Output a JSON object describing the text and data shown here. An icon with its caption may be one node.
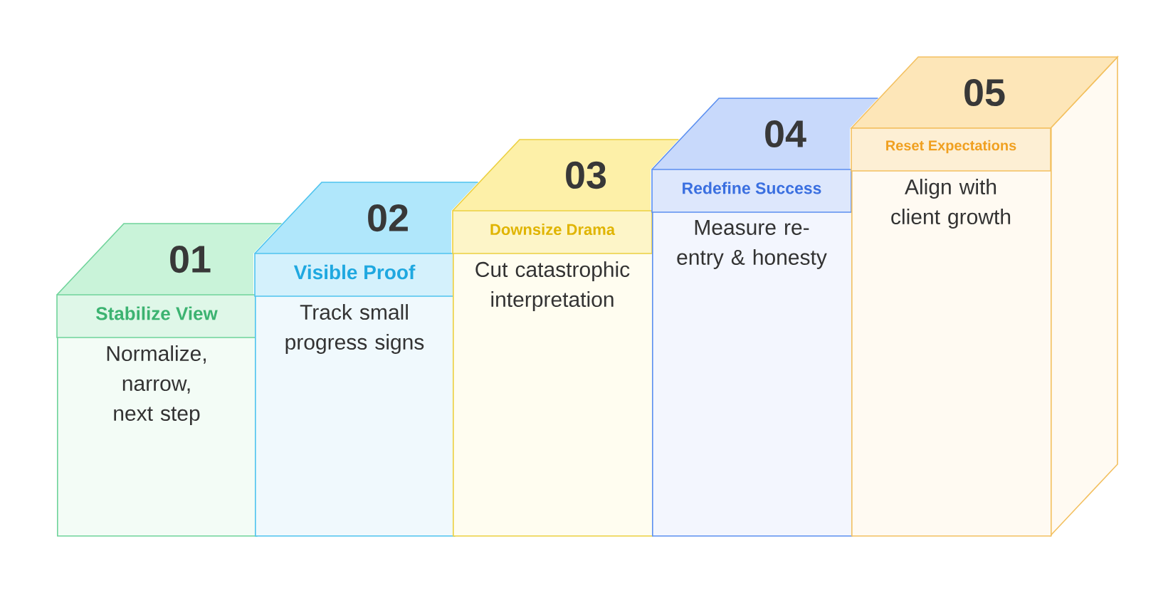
{
  "diagram": {
    "nodes": [
      {
        "text": [
          "01",
          "Stabilize View",
          "Normalize, narrow, next step"
        ]
      },
      {
        "text": [
          "02",
          "Visible Proof",
          "Track small progress signs"
        ]
      },
      {
        "text": [
          "03",
          "Downsize Drama",
          "Cut catastrophic interpretation"
        ]
      },
      {
        "text": [
          "04",
          "Redefine Success",
          "Measure re-entry & honesty"
        ]
      },
      {
        "text": [
          "05",
          "Reset Expectations",
          "Align with client growth"
        ]
      }
    ]
  }
}
